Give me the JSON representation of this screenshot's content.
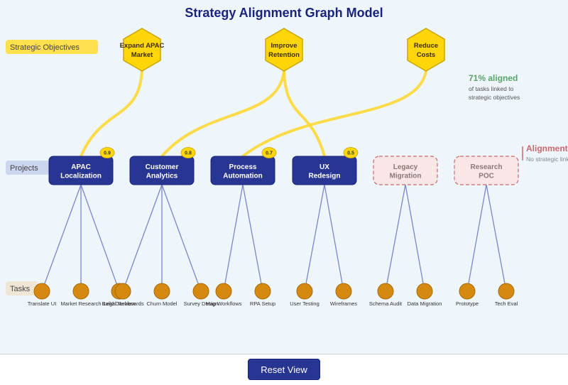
{
  "title": "Strategy Alignment Graph Model",
  "lanes": {
    "objectives": "Strategic Objectives",
    "projects": "Projects",
    "tasks": "Tasks"
  },
  "objectives": [
    {
      "id": "apac",
      "lines": [
        "Expand APAC",
        "Market"
      ]
    },
    {
      "id": "retention",
      "lines": [
        "Improve",
        "Retention"
      ]
    },
    {
      "id": "costs",
      "lines": [
        "Reduce",
        "Costs"
      ]
    }
  ],
  "projects": [
    {
      "id": "apac-loc",
      "lines": [
        "APAC",
        "Localization"
      ],
      "score": "0.9",
      "orphan": false
    },
    {
      "id": "cust-analytics",
      "lines": [
        "Customer",
        "Analytics"
      ],
      "score": "0.8",
      "orphan": false
    },
    {
      "id": "proc-auto",
      "lines": [
        "Process",
        "Automation"
      ],
      "score": "0.7",
      "orphan": false
    },
    {
      "id": "ux-redesign",
      "lines": [
        "UX",
        "Redesign"
      ],
      "score": "0.5",
      "orphan": false
    },
    {
      "id": "legacy-mig",
      "lines": [
        "Legacy",
        "Migration"
      ],
      "score": "",
      "orphan": true
    },
    {
      "id": "research-poc",
      "lines": [
        "Research",
        "POC"
      ],
      "score": "",
      "orphan": true
    }
  ],
  "alignments": [
    {
      "objective": "apac",
      "project": "apac-loc"
    },
    {
      "objective": "retention",
      "project": "cust-analytics"
    },
    {
      "objective": "retention",
      "project": "ux-redesign"
    },
    {
      "objective": "costs",
      "project": "proc-auto"
    }
  ],
  "tasks": [
    {
      "label": "Translate UI",
      "project": "apac-loc"
    },
    {
      "label": "Market Research",
      "project": "apac-loc"
    },
    {
      "label": "Legal Review",
      "project": "apac-loc"
    },
    {
      "label": "Build Dashboards",
      "project": "cust-analytics"
    },
    {
      "label": "Churn Model",
      "project": "cust-analytics"
    },
    {
      "label": "Survey Design",
      "project": "cust-analytics"
    },
    {
      "label": "Map Workflows",
      "project": "proc-auto"
    },
    {
      "label": "RPA Setup",
      "project": "proc-auto"
    },
    {
      "label": "User Testing",
      "project": "ux-redesign"
    },
    {
      "label": "Wireframes",
      "project": "ux-redesign"
    },
    {
      "label": "Schema Audit",
      "project": "legacy-mig"
    },
    {
      "label": "Data Migration",
      "project": "legacy-mig"
    },
    {
      "label": "Prototype",
      "project": "research-poc"
    },
    {
      "label": "Tech Eval",
      "project": "research-poc"
    }
  ],
  "metric": {
    "value": "71% aligned",
    "sub1": "of tasks linked to",
    "sub2": "strategic objectives"
  },
  "warning": {
    "title": "Alignment Gap",
    "sub": "No strategic link"
  },
  "reset_label": "Reset View",
  "colors": {
    "objective_fill": "#ffd60a",
    "objective_stroke": "#c9a400",
    "project_fill": "#283593",
    "orphan_fill": "#f9e7e7",
    "orphan_stroke": "#c9696e",
    "task_fill": "#d68910",
    "alignment_edge": "#fdd835",
    "task_edge": "#7986cb"
  }
}
